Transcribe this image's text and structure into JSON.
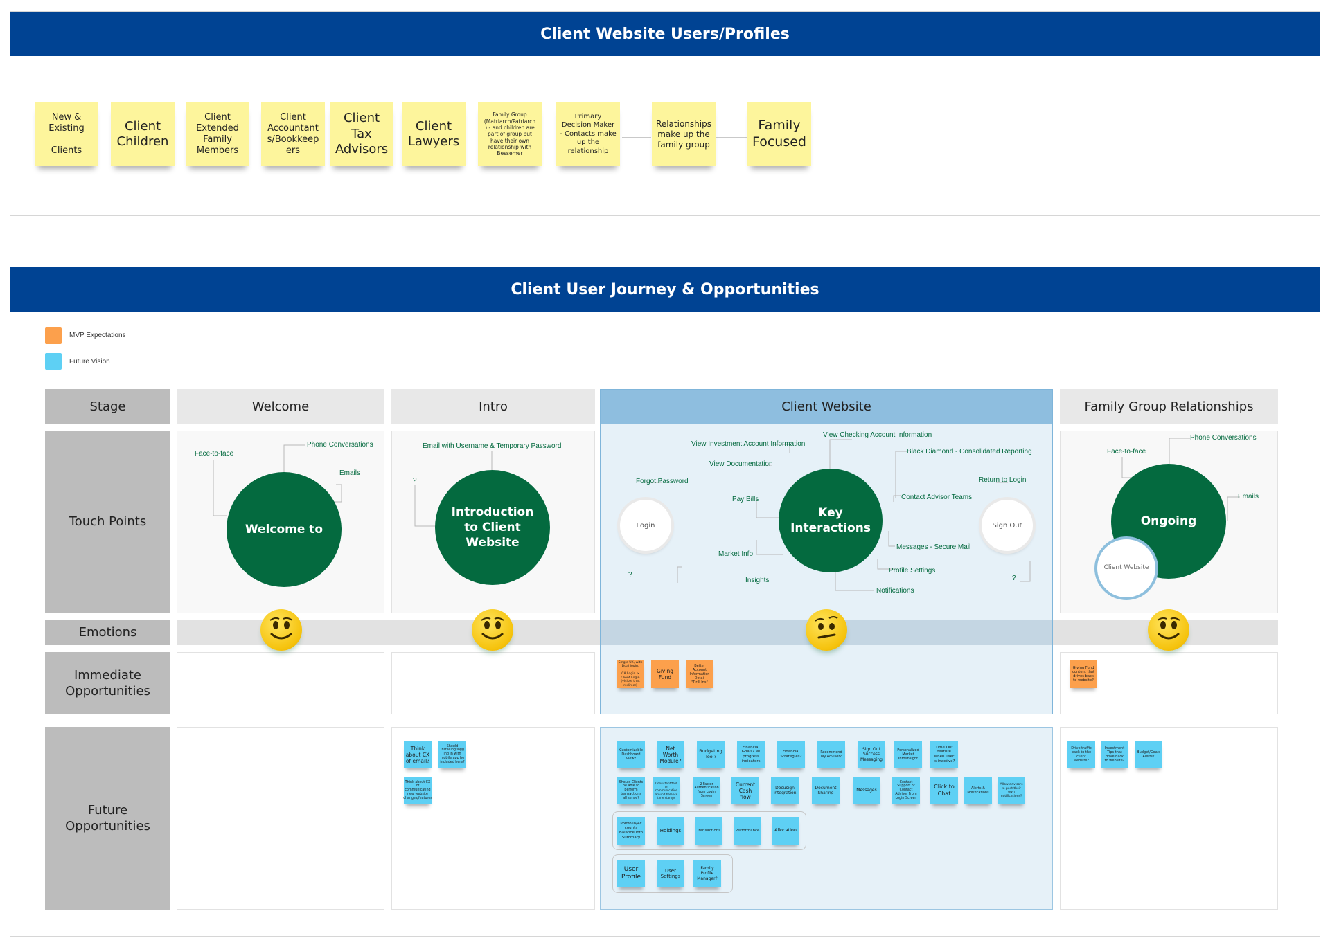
{
  "profiles": {
    "title": "Client Website Users/Profiles",
    "notes": [
      "New &\nExisting\n\nClients",
      "Client\nChildren",
      "Client\nExtended\nFamily\nMembers",
      "Client\nAccountant\ns/Bookkeep\ners",
      "Client\nTax\nAdvisors",
      "Client\nLawyers",
      "Family Group\n(Matriarch/Patriarch\n) - and children are\npart of group but\nhave their own\nrelationship with\nBessemer",
      "Primary\nDecision Maker\n- Contacts make\nup the\nrelationship",
      "Relationships\nmake up the\nfamily group",
      "Family\nFocused"
    ]
  },
  "journey": {
    "title": "Client User Journey & Opportunities",
    "legend": {
      "mvp": {
        "label": "MVP Expectations",
        "color": "#fca04c"
      },
      "future": {
        "label": "Future Vision",
        "color": "#5ed0f4"
      }
    },
    "row_labels": {
      "stage": "Stage",
      "touch_points": "Touch Points",
      "emotions": "Emotions",
      "immediate": "Immediate\nOpportunities",
      "future": "Future\nOpportunities"
    },
    "stages": [
      "Welcome",
      "Intro",
      "Client Website",
      "Family Group Relationships"
    ],
    "welcome": {
      "circle": "Welcome to",
      "touch_points": [
        "Face-to-face",
        "Phone Conversations",
        "Emails"
      ]
    },
    "intro": {
      "circle": "Introduction\nto Client\nWebsite",
      "touch_points": [
        "Email with Username & Temporary Password",
        "?"
      ]
    },
    "website": {
      "circle": "Key\nInteractions",
      "login": "Login",
      "signout": "Sign Out",
      "touch_points": [
        "View Checking Account Information",
        "View Investment Account Information",
        "Black Diamond - Consolidated Reporting",
        "View Documentation",
        "Forgot Password",
        "Return to Login",
        "Pay Bills",
        "Contact Advisor Teams",
        "Messages - Secure Mail",
        "Market Info",
        "Profile Settings",
        "Insights",
        "Notifications",
        "?",
        "?"
      ]
    },
    "family": {
      "circle": "Ongoing",
      "sub_circle": "Client Website",
      "touch_points": [
        "Phone Conversations",
        "Face-to-face",
        "Emails"
      ]
    },
    "immediate": {
      "website": [
        "Single UX, with Dual login.\n\nCA Login > Client Login (visible that redirect)",
        "Giving\nFund",
        "Better Account Information Detail\n\"Drill Ins\""
      ],
      "family": [
        "Giving Fund content that drives back to website?"
      ]
    },
    "future": {
      "intro": [
        "Think\nabout CX\nof email?",
        "Should\ninstalling/logg\ning in with\nmobile app be\nincluded here?",
        "Think about CX of communicating new website changes/features"
      ],
      "website": [
        "Customizable\nDashboard\nView?",
        "Net\nWorth\nModule?",
        "Budgeting\nTool?",
        "Financial\nGoals? w/\nprogress\nindicators",
        "Financial\nStrategies?",
        "Recommend\nMy Advisor?",
        "Sign Out\nSuccess\nMessaging",
        "Personalized\nMarket\nInfo/Insight",
        "Time Out\nfeature\nwhen user\nis inactive?",
        "Should Clients\nbe able to\nperform\ntransactions\nall sense?",
        "Consistent/text\nor\ncommunication\naround balance\ntime stamps",
        "2 Factor\nAuthentication\nfrom Login\nScreen",
        "Current\nCash\nflow",
        "Docusign\nIntegration",
        "Document\nSharing",
        "Messages",
        "Contact\nSupport or\nContact\nAdvisor From\nLogin Screen",
        "Click to\nChat",
        "Alerts &\nNotifications",
        "Allow advisors\nto post their\nown\nnotifications?",
        "Portfolio/Ac\ncounts\nBalance Info\nSummary",
        "Holdings",
        "Transactions",
        "Performance",
        "Allocation",
        "User\nProfile",
        "User\nSettings",
        "Family\nProfile\nManager?"
      ],
      "family": [
        "Drive traffic\nback to the\nclient\nwebsite?",
        "Investment\nTips that\ndrive back\nto website?",
        "Budget/Goals\nAlerts?"
      ]
    }
  }
}
